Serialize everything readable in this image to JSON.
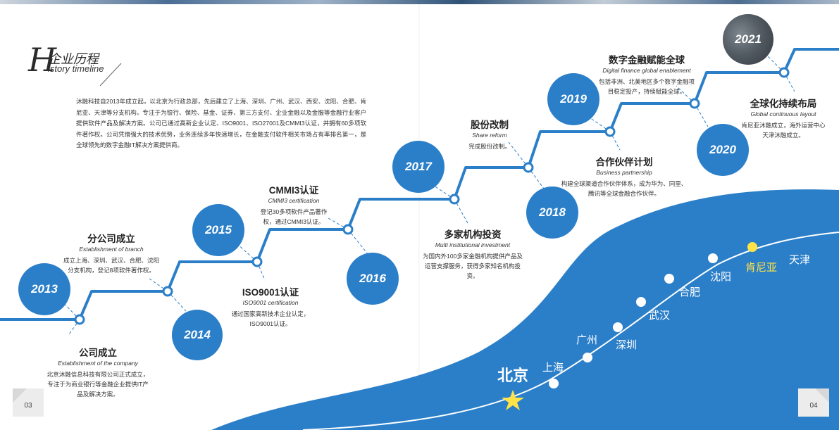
{
  "heading": {
    "letter": "H",
    "cn": "企业历程",
    "en_rest": "istory timeline"
  },
  "intro": "沐融科技自2013年成立起，以北京为行政总部，先后建立了上海、深圳、广州、武汉、西安、沈阳、合肥、肯尼亚、天津等分支机构。专注于为银行、保险、基金、证券、第三方支付、企业金融以及金服等金融行业客户提供软件产品及解决方案。公司已通过高新企业认定、ISO9001、ISO27001及CMMI3认证，并拥有60多项软件著作权。公司凭借强大的技术优势，业务连续多年快速增长，在金融支付软件相关市场占有率排名第一，是全球领先的数字金融IT解决方案提供商。",
  "years": {
    "y2013": "2013",
    "y2014": "2014",
    "y2015": "2015",
    "y2016": "2016",
    "y2017": "2017",
    "y2018": "2018",
    "y2019": "2019",
    "y2020": "2020",
    "y2021": "2021"
  },
  "events": {
    "e2013": {
      "title": "公司成立",
      "en": "Establishment of the company",
      "desc": "北京沐融信息科技有限公司正式成立，专注于为商业银行等金融企业提供IT产品及解决方案。"
    },
    "e2014": {
      "title": "分公司成立",
      "en": "Establishment of branch",
      "desc": "成立上海、深圳、武汉、合肥、沈阳分支机构，登记8项软件著作权。"
    },
    "e2015": {
      "title": "ISO9001认证",
      "en": "ISO9001 certification",
      "desc": "通过国家高新技术企业认定，ISO9001认证。"
    },
    "e2016": {
      "title": "CMMI3认证",
      "en": "CMMI3 certification",
      "desc": "登记30多项软件产品著作权，通过CMMI3认证。"
    },
    "e2017": {
      "title": "多家机构投资",
      "en": "Multi institutional investment",
      "desc": "为国内外100多家金融机构提供产品及运营支撑服务，获得多家知名机构投资。"
    },
    "e2018": {
      "title": "股份改制",
      "en": "Share reform",
      "desc": "完成股份改制。"
    },
    "e2019": {
      "title": "合作伙伴计划",
      "en": "Business partnership",
      "desc": "构建全球渠道合作伙伴体系，成为华为、同里、腾讯等全球金融合作伙伴。"
    },
    "e2020": {
      "title": "数字金融赋能全球",
      "en": "Digital finance global enablement",
      "desc": "包括非洲、北美地区多个数字金融项目稳定投产，持续赋能全球。"
    },
    "e2021": {
      "title": "全球化持续布局",
      "en": "Global continuous layout",
      "desc": "肯尼亚沐融成立，海外运营中心天津沐融成立。"
    }
  },
  "cities": {
    "beijing": "北京",
    "shanghai": "上海",
    "guangzhou": "广州",
    "shenzhen": "深圳",
    "wuhan": "武汉",
    "hefei": "合肥",
    "shenyang": "沈阳",
    "kenya": "肯尼亚",
    "tianjin": "天津"
  },
  "pages": {
    "left": "03",
    "right": "04"
  },
  "colors": {
    "primary": "#2b7fc9",
    "highlight": "#ffe347",
    "dark_disc": "#4a5058"
  },
  "icons": {
    "star": "star-icon"
  }
}
